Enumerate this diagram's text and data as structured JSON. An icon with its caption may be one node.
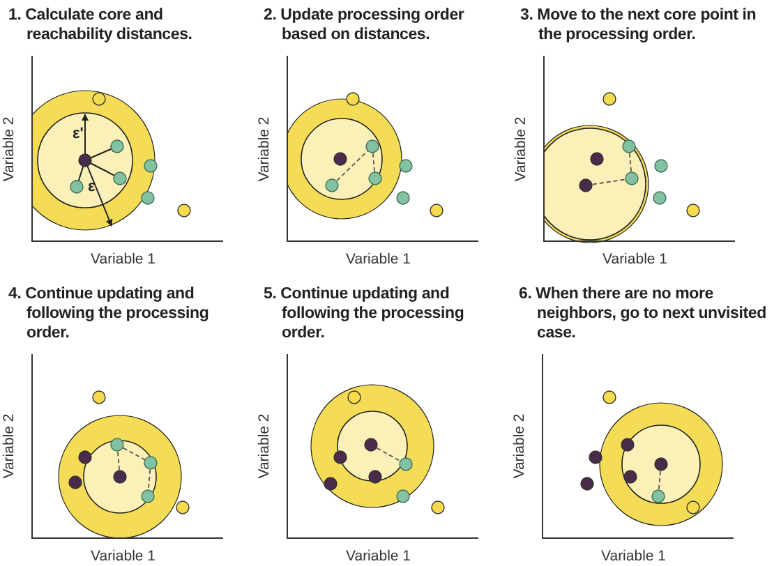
{
  "diagram": {
    "labels": [
      "1. Calculate core and reachability distances.",
      "ε'",
      "ε",
      "Variable 2",
      "Variable 1",
      "2. Update processing order based on distances.",
      "Variable 2",
      "Variable 1",
      "3. Move to the next core point in the processing order.",
      "Variable 2",
      "Variable 1",
      "4. Continue updating and following the processing order.",
      "Variable 2",
      "Variable 1",
      "5. Continue updating and following the processing order.",
      "Variable 2",
      "Variable 1",
      "6. When there are no more neighbors, go to next unvisited case.",
      "Variable 2",
      "Variable 1"
    ]
  }
}
